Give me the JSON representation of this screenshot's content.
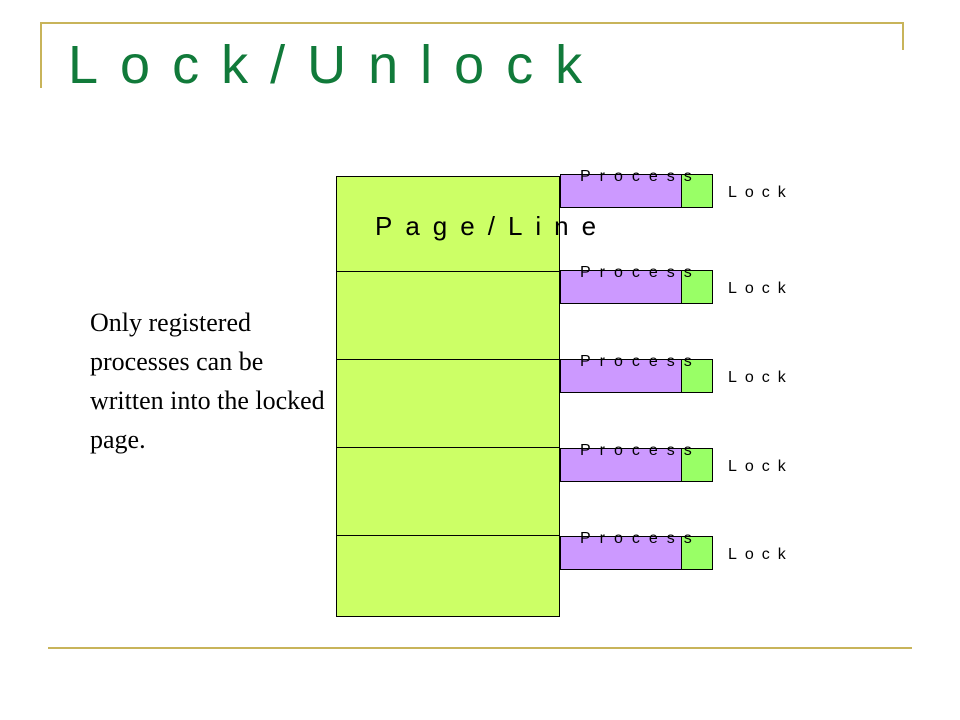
{
  "slide": {
    "title": "Lock/Unlock",
    "note": "Only registered processes can be written into the locked page."
  },
  "diagram": {
    "page_label": "Page/Line",
    "rows": [
      {
        "process_label": "Process",
        "lock_label": "Lock"
      },
      {
        "process_label": "Process",
        "lock_label": "Lock"
      },
      {
        "process_label": "Process",
        "lock_label": "Lock"
      },
      {
        "process_label": "Process",
        "lock_label": "Lock"
      },
      {
        "process_label": "Process",
        "lock_label": "Lock"
      }
    ],
    "colors": {
      "title": "#117a3a",
      "frame": "#c8b45a",
      "page_fill": "#ccff66",
      "process_fill": "#cc99ff",
      "lock_fill": "#99ff66"
    }
  }
}
